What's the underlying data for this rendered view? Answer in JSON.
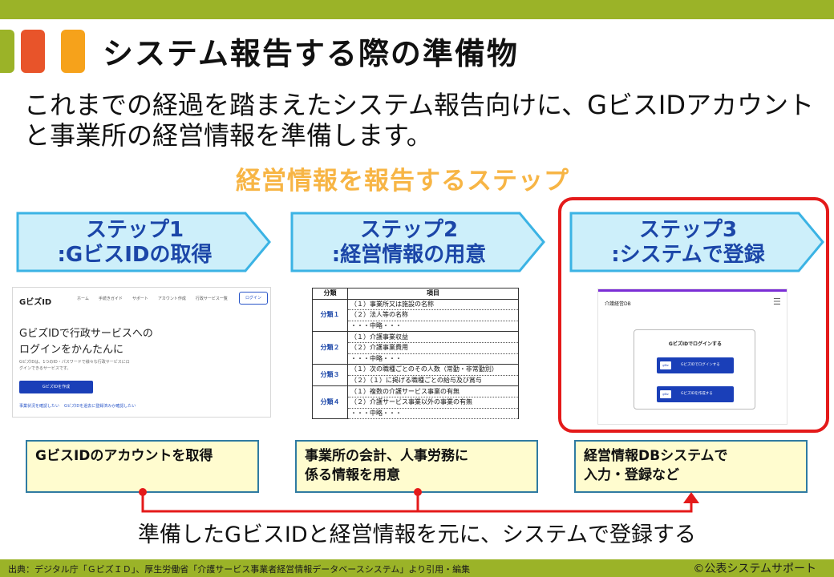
{
  "slide": {
    "title": "システム報告する際の準備物",
    "subtitle": "これまでの経過を踏まえたシステム報告向けに、GビスIDアカウントと事業所の経営情報を準備します。",
    "section_heading": "経営情報を報告するステップ",
    "steps": [
      {
        "line1": "ステップ1",
        "line2": ":GビスIDの取得"
      },
      {
        "line1": "ステップ2",
        "line2": ":経営情報の用意"
      },
      {
        "line1": "ステップ3",
        "line2": ":システムで登録"
      }
    ],
    "info_boxes": [
      {
        "line1": "GビスIDのアカウントを取得",
        "line2": ""
      },
      {
        "line1": "事業所の会計、人事労務に",
        "line2": "係る情報を用意"
      },
      {
        "line1": "経営情報DBシステムで",
        "line2": "入力・登録など"
      }
    ],
    "bottom_text": "準備したGビスIDと経営情報を元に、システムで登録する",
    "footer_source": "出典：デジタル庁「ＧビズＩＤ」、厚生労働省「介護サービス事業者経営情報データベースシステム」より引用・編集",
    "footer_copyright": "©公表システムサポート"
  },
  "screenshot_gbiz": {
    "logo": "GビズID",
    "nav": [
      "ホーム",
      "手続きガイド",
      "サポート",
      "アカウント作成",
      "行政サービス一覧"
    ],
    "login": "ログイン",
    "heading": "GビズIDで行政サービスへのログインをかんたんに",
    "description": "GビズIDは、1つのID・パスワードで様々な行政サービスにログインできるサービスです。",
    "create_button": "GビズIDを作成",
    "links": [
      "事業状況を確認したい",
      "GビズIDを過去に登録済みか確認したい"
    ]
  },
  "table": {
    "headers": [
      "分類",
      "項目"
    ],
    "groups": [
      {
        "category": "分類１",
        "items": [
          "（１）事業所又は施設の名称",
          "（２）法人等の名称",
          "・・・中略・・・"
        ]
      },
      {
        "category": "分類２",
        "items": [
          "（１）介護事業収益",
          "（２）介護事業費用",
          "・・・中略・・・"
        ]
      },
      {
        "category": "分類３",
        "items": [
          "（１）次の職種ごとのその人数（常勤・非常勤別）",
          "（２）（１）に掲げる職種ごとの給与及び賞与"
        ]
      },
      {
        "category": "分類４",
        "items": [
          "（１）複数の介護サービス事業の有無",
          "（２）介護サービス事業以外の事業の有無",
          "・・・中略・・・"
        ]
      }
    ]
  },
  "screenshot_db": {
    "app_name": "介護経営DB",
    "card_title": "GビズIDでログインする",
    "button1_badge": "gBiz",
    "button1_label": "GビズIDでログインする",
    "button2_badge": "gBiz",
    "button2_label": "GビズIDを作成する"
  },
  "colors": {
    "accent_green": "#9bb328",
    "accent_red": "#e8542a",
    "accent_orange": "#f6a21b",
    "heading_orange": "#f7b545",
    "step_blue_text": "#1b46a8",
    "step_fill": "#cdeffa",
    "step_border": "#3bb3e4",
    "highlight_red": "#e41a1a",
    "info_fill": "#fffccf",
    "info_border": "#2f7ba2"
  }
}
